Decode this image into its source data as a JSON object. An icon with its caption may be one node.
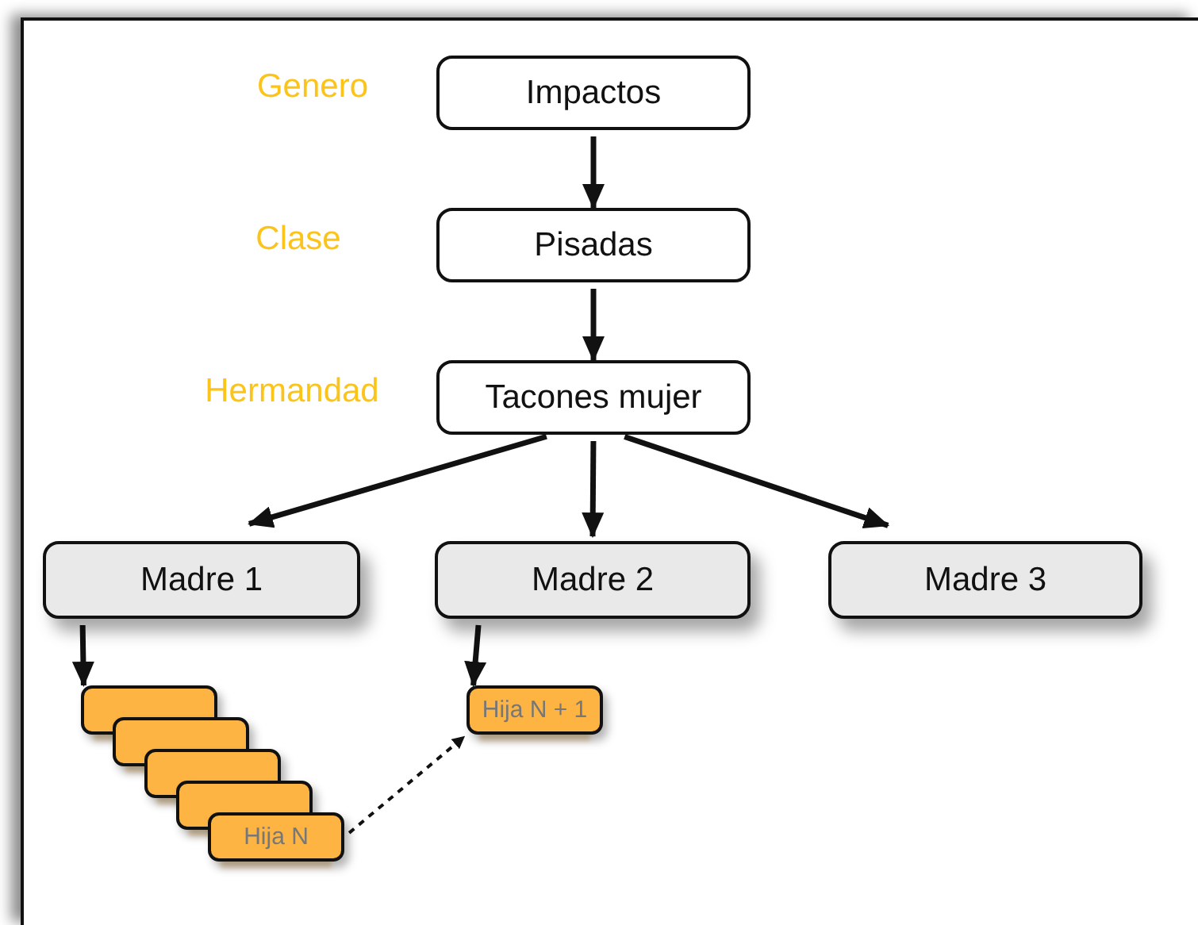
{
  "diagram": {
    "nodes": [
      {
        "text": [
          "Impactos"
        ]
      },
      {
        "text": [
          "Pisadas"
        ]
      },
      {
        "text": [
          "Tacones mujer"
        ]
      },
      {
        "text": [
          "Madre 1"
        ]
      },
      {
        "text": [
          "Madre 2"
        ]
      },
      {
        "text": [
          "Madre 3"
        ]
      },
      {
        "text": [],
        "shape": "box"
      },
      {
        "text": [],
        "shape": "box"
      },
      {
        "text": [],
        "shape": "box"
      },
      {
        "text": [],
        "shape": "box"
      },
      {
        "text": [
          "Hija N"
        ]
      },
      {
        "text": [
          "Hija N + 1"
        ]
      }
    ],
    "edges": [
      {
        "from": 0,
        "to": 1,
        "arrow": "to"
      },
      {
        "from": 1,
        "to": 2,
        "arrow": "to"
      },
      {
        "from": 2,
        "to": 3,
        "arrow": "to"
      },
      {
        "from": 2,
        "to": 4,
        "arrow": "to"
      },
      {
        "from": 2,
        "to": 5,
        "arrow": "to"
      },
      {
        "from": 3,
        "to": 6,
        "arrow": "to"
      },
      {
        "from": 4,
        "to": 11,
        "arrow": "to"
      },
      {
        "from": 10,
        "to": 11,
        "arrow": "to",
        "style": "dashed"
      }
    ],
    "labels": [
      "Genero",
      "Clase",
      "Hermandad"
    ]
  }
}
